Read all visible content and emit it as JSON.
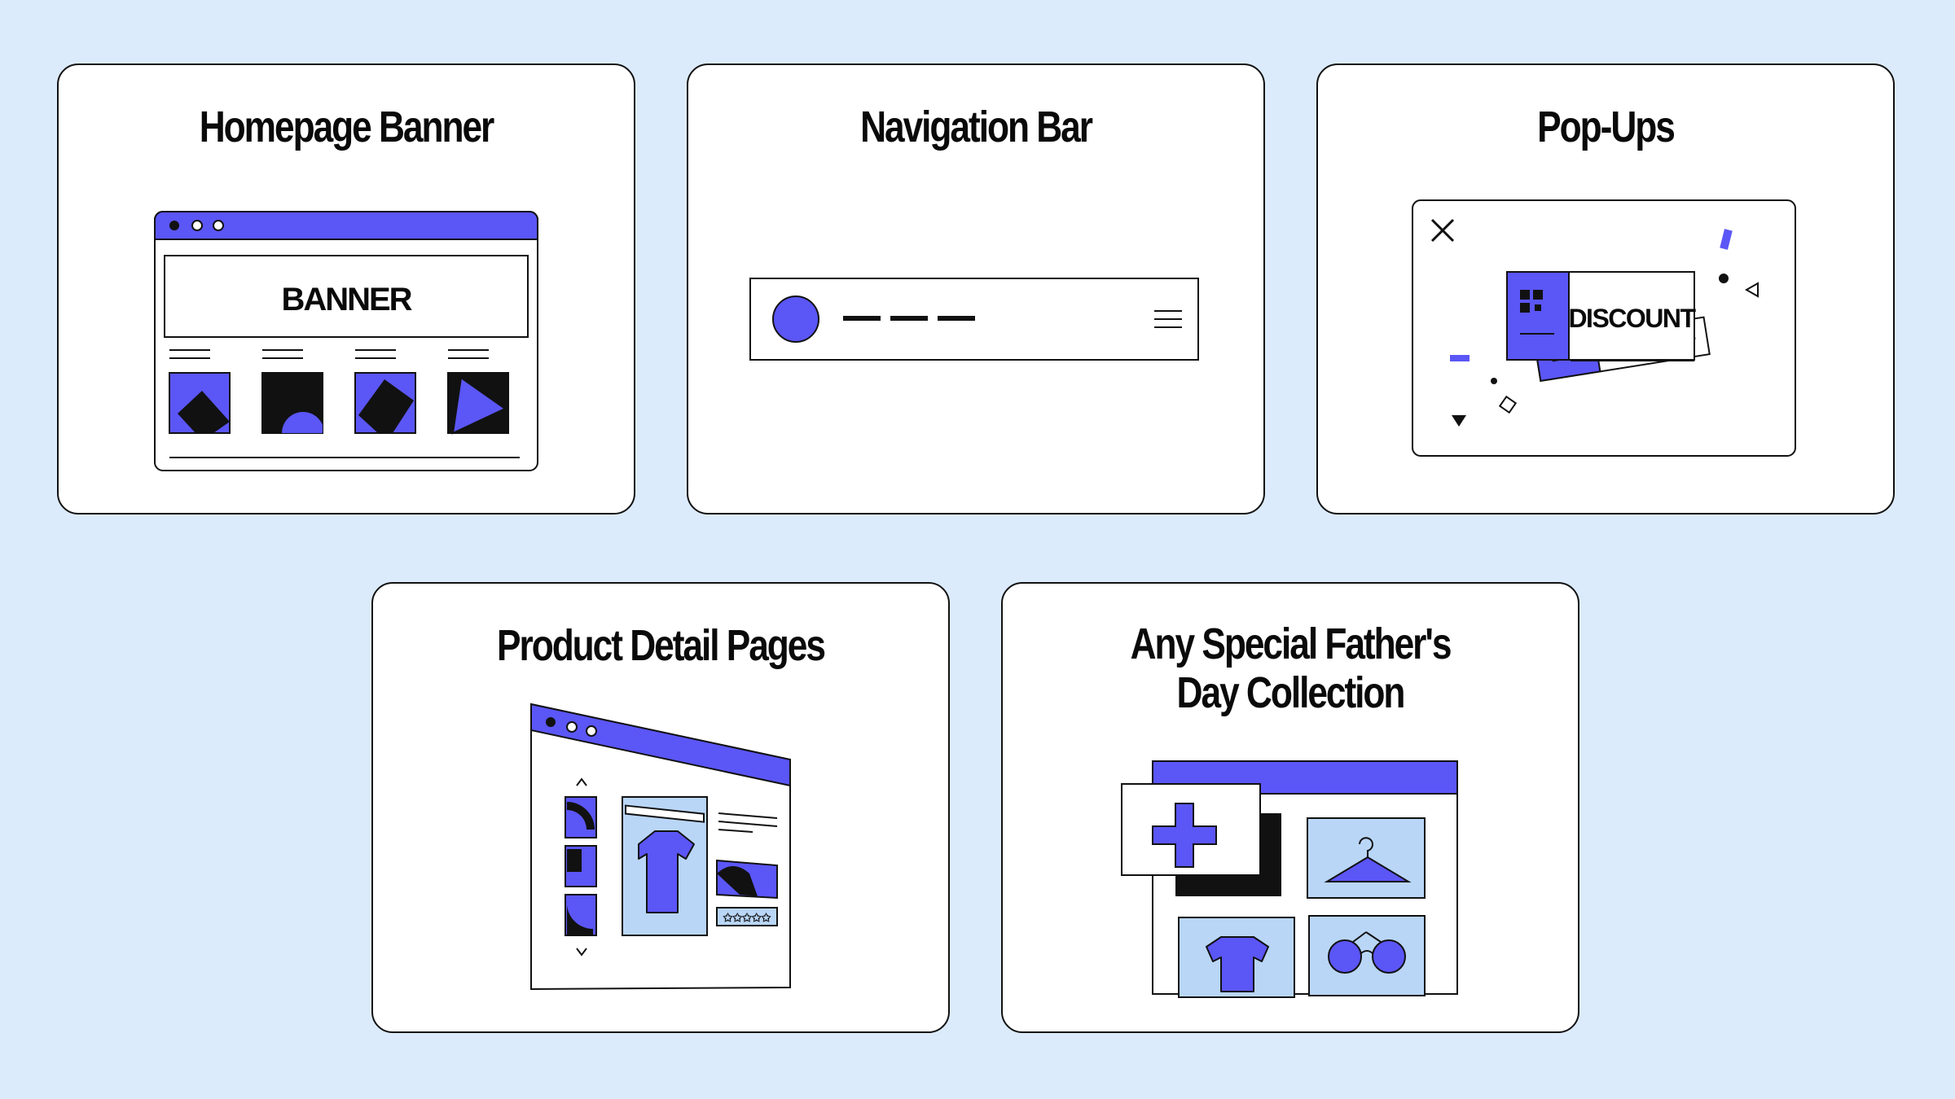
{
  "colors": {
    "background": "#dcebfc",
    "accent": "#5b56f6",
    "light_blue": "#b9d6f7",
    "ink": "#111111",
    "card": "#ffffff"
  },
  "cards": [
    {
      "title": "Homepage Banner",
      "illustration_text": "BANNER",
      "icon": "browser-window-banner-icon"
    },
    {
      "title": "Navigation Bar",
      "icon": "navigation-bar-icon"
    },
    {
      "title": "Pop-Ups",
      "illustration_text": "DISCOUNT",
      "icon": "discount-popup-icon"
    },
    {
      "title": "Product Detail Pages",
      "icon": "product-page-icon"
    },
    {
      "title_line1": "Any Special Father's",
      "title_line2": "Day Collection",
      "icon": "collection-grid-icon"
    }
  ]
}
